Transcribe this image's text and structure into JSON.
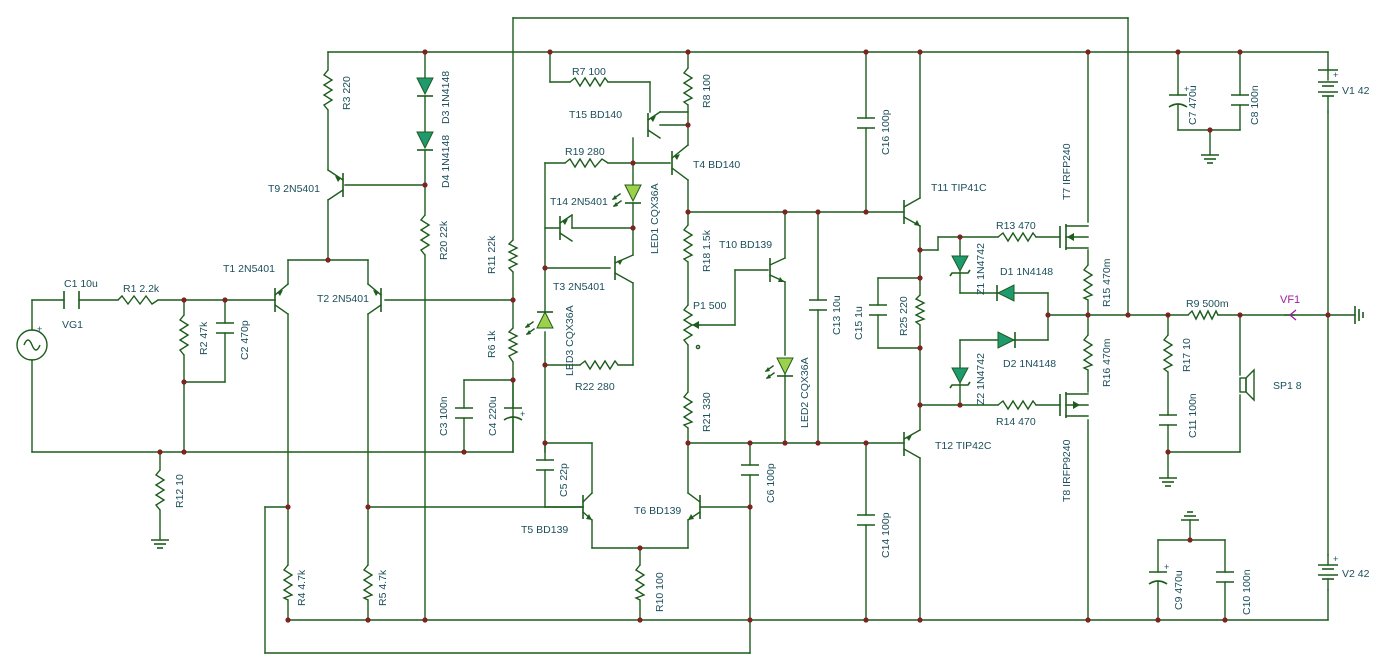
{
  "labels": {
    "C1": "C1 10u",
    "VG1": "VG1",
    "R1": "R1 2.2k",
    "R2": "R2 47k",
    "C2": "C2 470p",
    "R12": "R12 10",
    "T1": "T1 2N5401",
    "T2": "T2 2N5401",
    "R3": "R3 220",
    "T9": "T9 2N5401",
    "D3": "D3 1N4148",
    "D4": "D4 1N4148",
    "R20": "R20 22k",
    "R11": "R11 22k",
    "R6": "R6 1k",
    "C3": "C3 100n",
    "C4": "C4 220u",
    "R7": "R7 100",
    "R8": "R8 100",
    "T15": "T15 BD140",
    "R19": "R19 280",
    "T4": "T4 BD140",
    "T14": "T14 2N5401",
    "LED1": "LED1 CQX36A",
    "T3": "T3 2N5401",
    "LED3": "LED3 CQX36A",
    "R22": "R22 280",
    "R18": "R18 1.5k",
    "T10": "T10 BD139",
    "P1": "P1 500",
    "R21": "R21 330",
    "LED2": "LED2 CQX36A",
    "C13": "C13 10u",
    "C5": "C5 22p",
    "T5": "T5 BD139",
    "T6": "T6 BD139",
    "C6": "C6 100p",
    "R10": "R10 100",
    "R4": "R4 4.7k",
    "R5": "R5 4.7k",
    "C16": "C16 100p",
    "C14": "C14 100p",
    "T11": "T11 TIP41C",
    "T12": "T12 TIP42C",
    "C15": "C15 1u",
    "R25": "R25 220",
    "R13": "R13 470",
    "R14": "R14 470",
    "Z1": "Z1 1N4742",
    "Z2": "Z2 1N4742",
    "D1": "D1 1N4148",
    "D2": "D2 1N4148",
    "T7": "T7 IRFP240",
    "T8": "T8 IRFP9240",
    "R15": "R15 470m",
    "R16": "R16 470m",
    "R9": "R9 500m",
    "VF1": "VF1",
    "R17": "R17 10",
    "C11": "C11 100n",
    "SP1": "SP1 8",
    "C7": "C7 470u",
    "C8": "C8 100n",
    "V1": "V1 42",
    "C9": "C9 470u",
    "C10": "C10 100n",
    "V2": "V2 42"
  },
  "polarity": {
    "plus": "+",
    "minus": "-"
  },
  "colors": {
    "wire": "#1c5c1c",
    "label": "#1c4f5c",
    "led": "#9ed14b",
    "diode": "#1e9a6e",
    "probe": "#9d1c9d",
    "junction": "#7a2424"
  }
}
